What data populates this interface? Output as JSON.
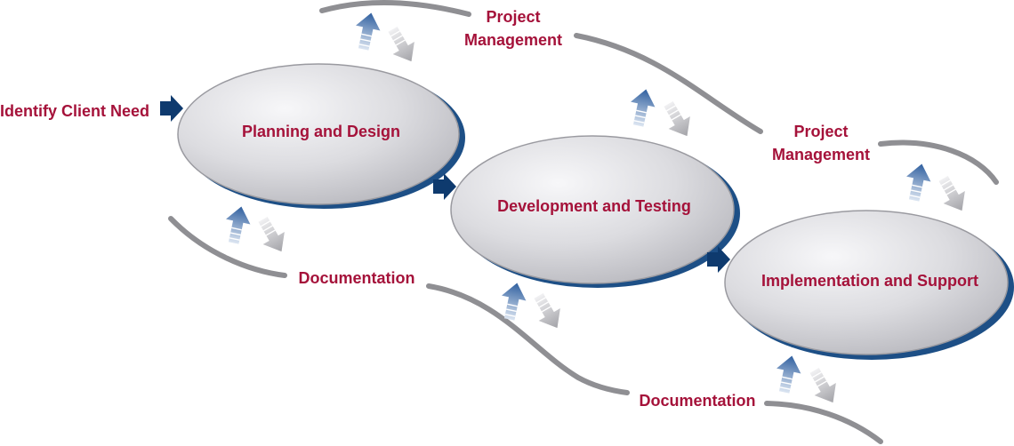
{
  "diagram": {
    "entry_label": "Identify Client Need",
    "stages": [
      {
        "label": "Planning and Design"
      },
      {
        "label": "Development and Testing"
      },
      {
        "label": "Implementation and Support"
      }
    ],
    "top_track": [
      {
        "line1": "Project",
        "line2": "Management"
      },
      {
        "line1": "Project",
        "line2": "Management"
      }
    ],
    "bottom_track": [
      {
        "label": "Documentation"
      },
      {
        "label": "Documentation"
      }
    ],
    "colors": {
      "label_text": "#a5123a",
      "flow_arrow": "#0e3a6e",
      "up_arrow": "#3f6aa8",
      "down_arrow": "#b9b9bd",
      "track_line": "#8f8f93",
      "ellipse_shadow": "#1d4f86",
      "ellipse_fill_light": "#f4f4f6",
      "ellipse_fill_dark": "#c4c4c9"
    },
    "icons": [
      "flow-arrow-icon",
      "up-arrow-icon",
      "down-arrow-icon"
    ]
  }
}
